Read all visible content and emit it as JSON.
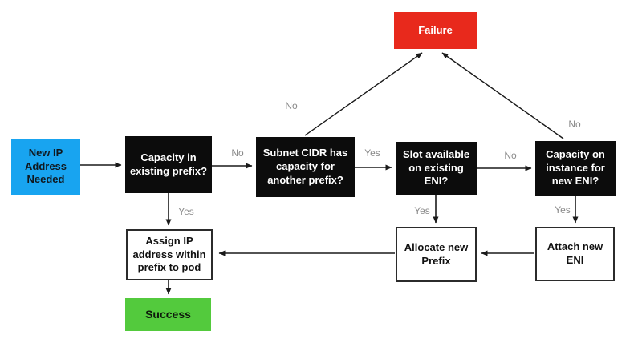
{
  "diagram": {
    "type": "flowchart",
    "subject": "IP address assignment decision flow",
    "background_color": "#ffffff",
    "arrow_color": "#1a1a1a",
    "edge_label_color": "#8a8a8a",
    "nodes": {
      "new_ip": {
        "label": "New IP Address Needed",
        "color": "#18A4F0",
        "text_color": "#10181f",
        "shape": "rect"
      },
      "capacity_prefix": {
        "label": "Capacity in existing prefix?",
        "color": "#0c0c0c",
        "text_color": "#ffffff",
        "shape": "rect"
      },
      "subnet_cidr": {
        "label": "Subnet CIDR has capacity for another prefix?",
        "color": "#0c0c0c",
        "text_color": "#ffffff",
        "shape": "rect"
      },
      "slot_eni": {
        "label": "Slot available on existing ENI?",
        "color": "#0c0c0c",
        "text_color": "#ffffff",
        "shape": "rect"
      },
      "capacity_instance": {
        "label": "Capacity on instance for new ENI?",
        "color": "#0c0c0c",
        "text_color": "#ffffff",
        "shape": "rect"
      },
      "failure": {
        "label": "Failure",
        "color": "#E8291C",
        "text_color": "#ffffff",
        "shape": "rect"
      },
      "assign_ip": {
        "label": "Assign IP address within prefix to pod",
        "color": "#ffffff",
        "text_color": "#111111",
        "shape": "rect-outlined"
      },
      "allocate_prefix": {
        "label": "Allocate new Prefix",
        "color": "#ffffff",
        "text_color": "#111111",
        "shape": "rect-outlined"
      },
      "attach_eni": {
        "label": "Attach new ENI",
        "color": "#ffffff",
        "text_color": "#111111",
        "shape": "rect-outlined"
      },
      "success": {
        "label": "Success",
        "color": "#53CA3D",
        "text_color": "#0e1a0c",
        "shape": "rect"
      }
    },
    "edges": [
      {
        "from": "new_ip",
        "to": "capacity_prefix",
        "label": ""
      },
      {
        "from": "capacity_prefix",
        "to": "subnet_cidr",
        "label": "No"
      },
      {
        "from": "capacity_prefix",
        "to": "assign_ip",
        "label": "Yes"
      },
      {
        "from": "subnet_cidr",
        "to": "failure",
        "label": "No"
      },
      {
        "from": "subnet_cidr",
        "to": "slot_eni",
        "label": "Yes"
      },
      {
        "from": "slot_eni",
        "to": "capacity_instance",
        "label": "No"
      },
      {
        "from": "slot_eni",
        "to": "allocate_prefix",
        "label": "Yes"
      },
      {
        "from": "capacity_instance",
        "to": "failure",
        "label": "No"
      },
      {
        "from": "capacity_instance",
        "to": "attach_eni",
        "label": "Yes"
      },
      {
        "from": "attach_eni",
        "to": "allocate_prefix",
        "label": ""
      },
      {
        "from": "allocate_prefix",
        "to": "assign_ip",
        "label": ""
      },
      {
        "from": "assign_ip",
        "to": "success",
        "label": ""
      }
    ]
  }
}
